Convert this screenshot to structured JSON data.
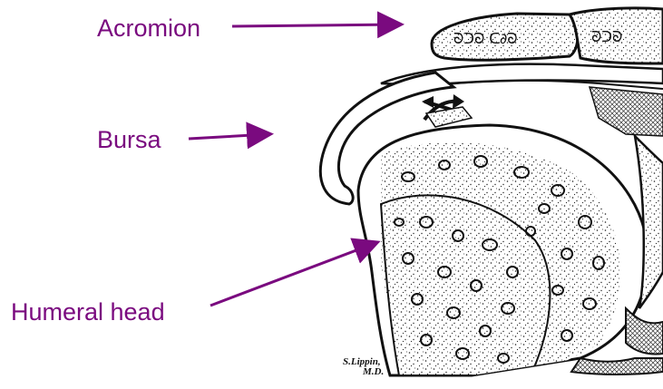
{
  "labels": {
    "acromion": "Acromion",
    "bursa": "Bursa",
    "humeral_head": "Humeral head"
  },
  "signature": {
    "line1": "S.Lippin,",
    "line2": "M.D."
  },
  "colors": {
    "label": "#7a0a7f",
    "arrow": "#7a0a7f",
    "ink": "#111111"
  }
}
